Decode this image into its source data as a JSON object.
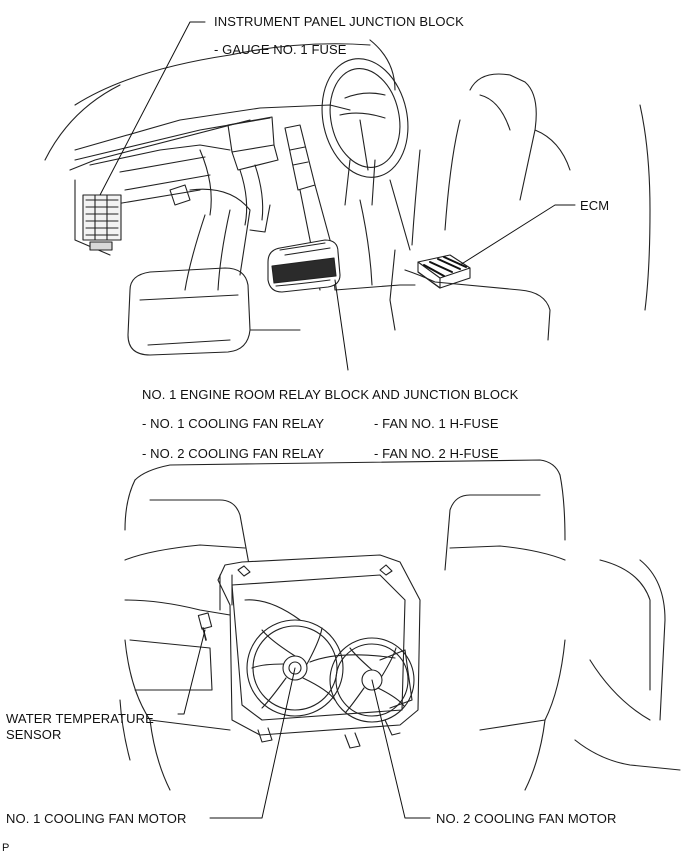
{
  "labels": {
    "instrument_panel_jb": "INSTRUMENT PANEL JUNCTION BLOCK",
    "gauge_fuse": "- GAUGE NO. 1 FUSE",
    "ecm": "ECM",
    "engine_room_rb": "NO. 1 ENGINE ROOM RELAY BLOCK AND JUNCTION BLOCK",
    "cooling_fan_relay_1": "- NO. 1 COOLING FAN RELAY",
    "cooling_fan_relay_2": "- NO. 2 COOLING FAN RELAY",
    "fan_hfuse_1": "- FAN NO. 1 H-FUSE",
    "fan_hfuse_2": "- FAN NO. 2 H-FUSE",
    "water_temp_sensor_line1": "WATER TEMPERATURE",
    "water_temp_sensor_line2": "SENSOR",
    "cooling_fan_motor_1": "NO. 1 COOLING FAN MOTOR",
    "cooling_fan_motor_2": "NO. 2 COOLING FAN MOTOR",
    "corner_mark": "P"
  }
}
